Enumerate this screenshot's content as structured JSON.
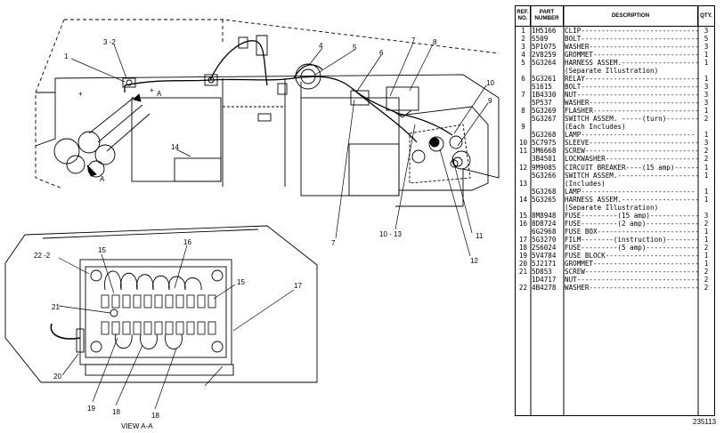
{
  "diagram": {
    "view_label": "VIEW A-A",
    "callouts": {
      "c1": "1",
      "c3_2": "3 -2",
      "c4": "4",
      "c5": "5",
      "c6": "6",
      "c7": "7",
      "c8": "8",
      "c10": "10",
      "c10_13": "10 - 13",
      "c11": "11",
      "c12": "12",
      "c14": "14",
      "c15a": "15",
      "c15b": "15",
      "c16": "16",
      "c17": "17",
      "c18a": "18",
      "c18b": "18",
      "c19": "19",
      "c20": "20",
      "c21": "21",
      "c22_2": "22 -2",
      "cA1": "A",
      "cA2": "A",
      "cPlus1": "+",
      "cPlus2": "+"
    }
  },
  "parts_list": {
    "headers": {
      "ref": "REF. NO.",
      "part": "PART NUMBER",
      "desc": "DESCRIPTION",
      "qty": "QTY."
    },
    "rows": [
      {
        "ref": "1",
        "part": "1H5166",
        "desc": "CLIP-------------------------------",
        "qty": "3"
      },
      {
        "ref": "2",
        "part": "S509",
        "desc": "BOLT-------------------------------",
        "qty": "5"
      },
      {
        "ref": "3",
        "part": "5P1075",
        "desc": "WASHER-----------------------------",
        "qty": "3"
      },
      {
        "ref": "4",
        "part": "2V8259",
        "desc": "GROMMET----------------------------",
        "qty": "1"
      },
      {
        "ref": "5",
        "part": "5G3264",
        "desc": "HARNESS ASSEM.---------------------",
        "qty": "1"
      },
      {
        "ref": "",
        "part": "",
        "desc": "   (Separate Illustration)",
        "qty": ""
      },
      {
        "ref": "6",
        "part": "5G3261",
        "desc": "RELAY------------------------------",
        "qty": "1"
      },
      {
        "ref": "",
        "part": "S1615",
        "desc": "BOLT-------------------------------",
        "qty": "3"
      },
      {
        "ref": "7",
        "part": "1B4330",
        "desc": "NUT--------------------------------",
        "qty": "3"
      },
      {
        "ref": "",
        "part": "5P537",
        "desc": "WASHER-----------------------------",
        "qty": "3"
      },
      {
        "ref": "8",
        "part": "5G3269",
        "desc": "FLASHER----------------------------",
        "qty": "1"
      },
      {
        "ref": "",
        "part": "5G3267",
        "desc": "SWITCH ASSEM. -----(turn)----------",
        "qty": "2"
      },
      {
        "ref": "9",
        "part": "",
        "desc": "  (Each Includes)",
        "qty": ""
      },
      {
        "ref": "",
        "part": "5G3268",
        "desc": "   LAMP----------------------------",
        "qty": "1"
      },
      {
        "ref": "10",
        "part": "5C7975",
        "desc": "SLEEVE-----------------------------",
        "qty": "3"
      },
      {
        "ref": "11",
        "part": "3M6668",
        "desc": "SCREW------------------------------",
        "qty": "2"
      },
      {
        "ref": "",
        "part": "3B4501",
        "desc": "LOCKWASHER-------------------------",
        "qty": "2"
      },
      {
        "ref": "12",
        "part": "9M9085",
        "desc": "CIRCUIT BREAKER----(15 amp)-------",
        "qty": "1"
      },
      {
        "ref": "",
        "part": "5G3266",
        "desc": "SWITCH ASSEM.----------------------",
        "qty": "1"
      },
      {
        "ref": "13",
        "part": "",
        "desc": "  (Includes)",
        "qty": ""
      },
      {
        "ref": "",
        "part": "5G3268",
        "desc": "   LAMP----------------------------",
        "qty": "1"
      },
      {
        "ref": "14",
        "part": "5G3265",
        "desc": "HARNESS ASSEM.---------------------",
        "qty": "1"
      },
      {
        "ref": "",
        "part": "",
        "desc": "   (Separate Illustration)",
        "qty": ""
      },
      {
        "ref": "15",
        "part": "8M8948",
        "desc": "FUSE---------(15 amp)--------------",
        "qty": "3"
      },
      {
        "ref": "16",
        "part": "8D8724",
        "desc": "FUSE---------(2 amp)---------------",
        "qty": "2"
      },
      {
        "ref": "",
        "part": "6G2968",
        "desc": "FUSE BOX---------------------------",
        "qty": "1"
      },
      {
        "ref": "17",
        "part": "5G3270",
        "desc": "FILM--------(instruction)----------",
        "qty": "1"
      },
      {
        "ref": "18",
        "part": "2S6024",
        "desc": "FUSE---------(5 amp)---------------",
        "qty": "2"
      },
      {
        "ref": "19",
        "part": "5V4784",
        "desc": "FUSE BLOCK-------------------------",
        "qty": "1"
      },
      {
        "ref": "20",
        "part": "5J2171",
        "desc": "GROMMET----------------------------",
        "qty": "1"
      },
      {
        "ref": "21",
        "part": "5D853",
        "desc": "SCREW------------------------------",
        "qty": "2"
      },
      {
        "ref": "",
        "part": "1D4717",
        "desc": "NUT--------------------------------",
        "qty": "2"
      },
      {
        "ref": "22",
        "part": "4B4278",
        "desc": "WASHER-----------------------------",
        "qty": "2"
      }
    ]
  },
  "footer": {
    "doc_number": "235113"
  }
}
